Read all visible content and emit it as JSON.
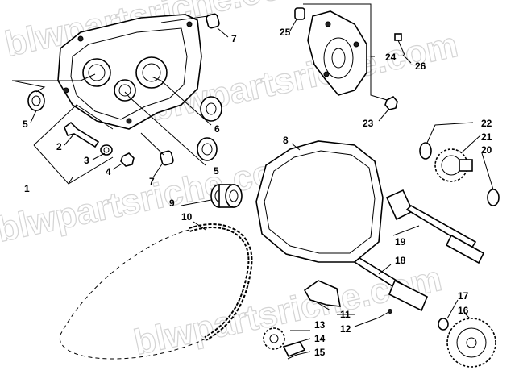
{
  "watermark": {
    "line1": "blwpartsriche.com",
    "line2": "blwpartsriche.com",
    "line3": "blwpartsriche.com",
    "line4": "blwpartsriche.com"
  },
  "callouts": {
    "c1": "1",
    "c2": "2",
    "c3": "3",
    "c4": "4",
    "c5a": "5",
    "c5b": "5",
    "c6": "6",
    "c7a": "7",
    "c7b": "7",
    "c8": "8",
    "c9": "9",
    "c10": "10",
    "c11": "11",
    "c12": "12",
    "c13": "13",
    "c14": "14",
    "c15": "15",
    "c16": "16",
    "c17": "17",
    "c18": "18",
    "c19": "19",
    "c20": "20",
    "c21": "21",
    "c22": "22",
    "c23": "23",
    "c24": "24",
    "c25": "25",
    "c26": "26"
  }
}
